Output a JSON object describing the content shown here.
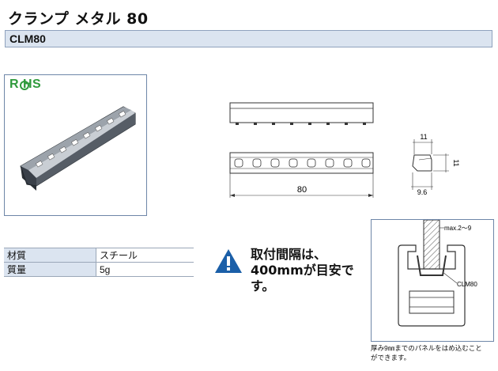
{
  "header": {
    "title": "クランプ メタル 80",
    "code": "CLM80"
  },
  "badges": {
    "rohs": "R HS"
  },
  "icons": {
    "warning": "warning-triangle-icon"
  },
  "specs": [
    {
      "label": "材質",
      "value": "スチール"
    },
    {
      "label": "質量",
      "value": "5g"
    }
  ],
  "notice": {
    "text": "取付間隔は、400mmが目安です。"
  },
  "drawing": {
    "length_label": "80",
    "width_label": "11",
    "height_label": "11",
    "base_label": "9.6"
  },
  "detail": {
    "gap_label": "max.2〜9",
    "part_label": "CLM80",
    "note_line1": "厚み9㎜までのパネルをはめ込むこと",
    "note_line2": "ができます。"
  },
  "colors": {
    "accent_blue": "#dbe4f0",
    "border_blue": "#6e86a8",
    "rohs_green": "#2f9a3c",
    "warning_blue": "#1b5fa8"
  }
}
